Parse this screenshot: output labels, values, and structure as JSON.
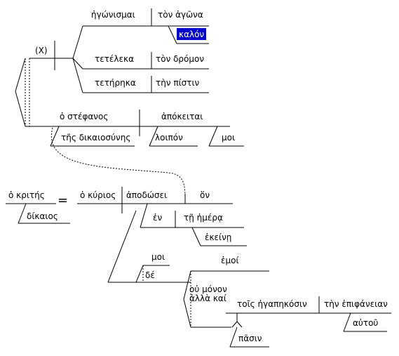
{
  "words": {
    "egonismai": "ἠγώνισμαι",
    "ton_agona": "τὸν ἀγῶνα",
    "kalon": "καλόν",
    "x_subject": "(X)",
    "teteleka": "τετέλεκα",
    "ton_dromon": "τὸν δρόμον",
    "teterika": "τετήρηκα",
    "ten_pistin": "τὴν πίστιν",
    "ho_stephanos": "ὁ στέφανος",
    "apokeitai": "ἀπόκειται",
    "tes_dikaiosynes": "τῆς δικαιοσύνης",
    "loipon": "λοιπόν",
    "moi_1": "μοι",
    "ho_krites": "ὁ κριτής",
    "equals": "=",
    "ho_kyrios": "ὁ κύριος",
    "apodosei": "ἀποδώσει",
    "hon": "ὅν",
    "dikaios": "δίκαιος",
    "en": "ἐν",
    "te_hemera": "τῇ ἡμέρᾳ",
    "ekeine": "ἐκείνῃ",
    "moi_2": "μοι",
    "de": "δέ",
    "emoi": "ἐμοί",
    "ou_monon": "οὐ μόνον",
    "alla_kai": "ἀλλὰ καί",
    "tois_egapekosin": "τοῖς ἠγαπηκόσιν",
    "ten_epiphaneian": "τὴν ἐπιφάνειαν",
    "autou": "αὐτοῦ",
    "pasin": "πᾶσιν"
  },
  "colors": {
    "line": "#000000",
    "highlight": "#0000cc",
    "highlight_text": "#ffffff",
    "background": "#ffffff"
  }
}
